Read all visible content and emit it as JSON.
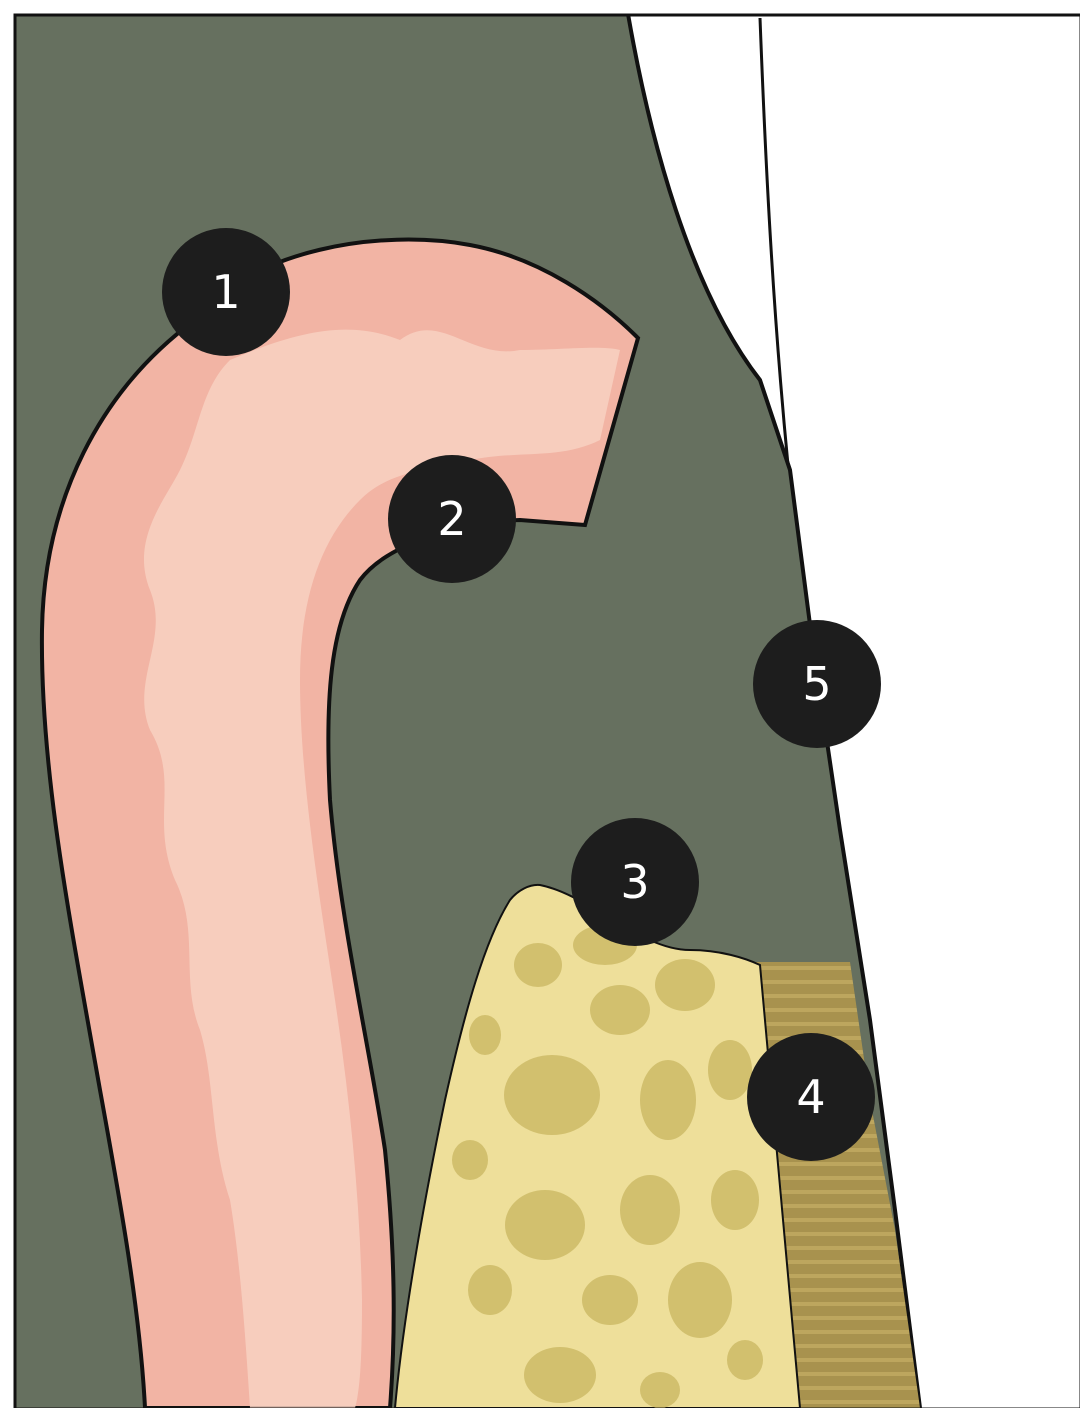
{
  "diagram": {
    "markers": [
      {
        "id": "marker-1",
        "label": "1"
      },
      {
        "id": "marker-2",
        "label": "2"
      },
      {
        "id": "marker-3",
        "label": "3"
      },
      {
        "id": "marker-4",
        "label": "4"
      },
      {
        "id": "marker-5",
        "label": "5"
      }
    ]
  },
  "colors": {
    "gingiva": "#66705f",
    "epithelium": "#f2b4a4",
    "epithelium_light": "#f8d1c2",
    "bone": "#eedf9a",
    "bone_pore": "#d2c06e",
    "periodontal_ligament": "#a8924e",
    "tooth": "#ffffff",
    "marker": "#1d1d1d",
    "outline": "#111111"
  }
}
